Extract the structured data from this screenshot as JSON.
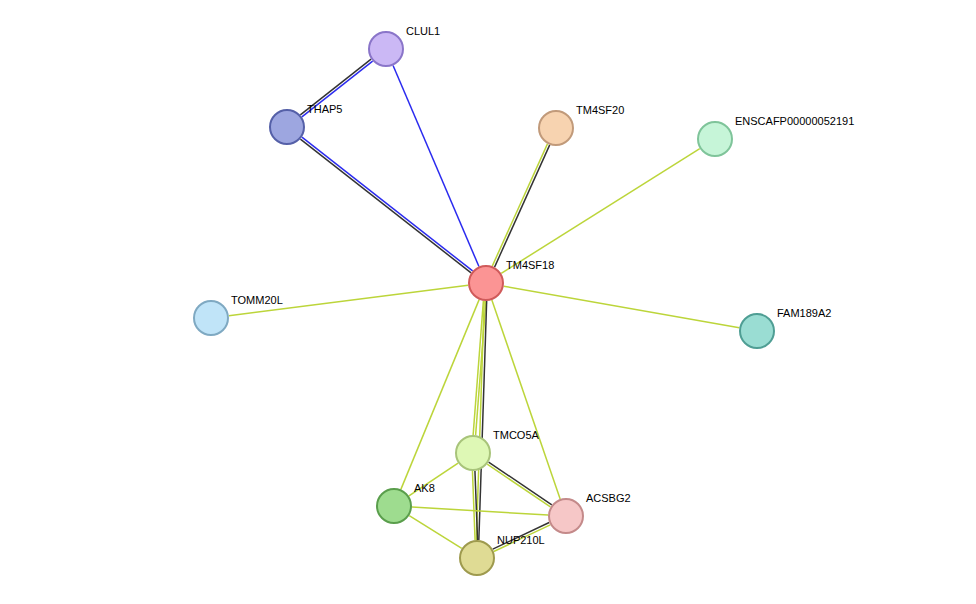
{
  "diagram": {
    "nodes": [
      {
        "text": [
          "CLUL1"
        ]
      },
      {
        "text": [
          "THAP5"
        ]
      },
      {
        "text": [
          "TM4SF20"
        ]
      },
      {
        "text": [
          "ENSCAFP00000052191"
        ]
      },
      {
        "text": [
          "TM4SF18"
        ]
      },
      {
        "text": [
          "TOMM20L"
        ]
      },
      {
        "text": [
          "FAM189A2"
        ]
      },
      {
        "text": [
          "TMCO5A"
        ]
      },
      {
        "text": [
          "AK8"
        ]
      },
      {
        "text": [
          "ACSBG2"
        ]
      },
      {
        "text": [
          "NUP210L"
        ]
      }
    ],
    "edges": [
      {
        "from": 0,
        "to": 1,
        "arrow": "none"
      },
      {
        "from": 0,
        "to": 4,
        "arrow": "none"
      },
      {
        "from": 1,
        "to": 4,
        "arrow": "none"
      },
      {
        "from": 2,
        "to": 4,
        "arrow": "none"
      },
      {
        "from": 3,
        "to": 4,
        "arrow": "none"
      },
      {
        "from": 5,
        "to": 4,
        "arrow": "none"
      },
      {
        "from": 6,
        "to": 4,
        "arrow": "none"
      },
      {
        "from": 4,
        "to": 8,
        "arrow": "none"
      },
      {
        "from": 4,
        "to": 7,
        "arrow": "none"
      },
      {
        "from": 4,
        "to": 9,
        "arrow": "none"
      },
      {
        "from": 4,
        "to": 10,
        "arrow": "none"
      },
      {
        "from": 7,
        "to": 8,
        "arrow": "none"
      },
      {
        "from": 7,
        "to": 9,
        "arrow": "none"
      },
      {
        "from": 7,
        "to": 10,
        "arrow": "none"
      },
      {
        "from": 8,
        "to": 9,
        "arrow": "none"
      },
      {
        "from": 8,
        "to": 10,
        "arrow": "none"
      },
      {
        "from": 10,
        "to": 9,
        "arrow": "none"
      }
    ]
  }
}
